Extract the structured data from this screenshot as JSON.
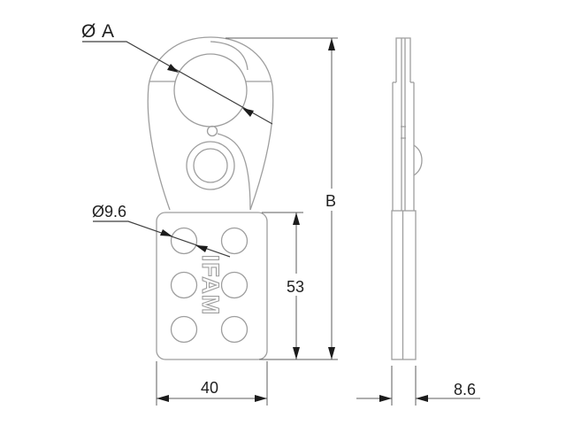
{
  "drawing": {
    "labels": {
      "hook_diameter": "Ø A",
      "hole_diameter": "Ø9.6",
      "total_height": "B",
      "body_height": "53",
      "body_width": "40",
      "thickness": "8.6",
      "brand": "IFAM"
    },
    "colors": {
      "background": "#ffffff",
      "part_line": "#9e9e9e",
      "dimension_line": "#5c5c5c",
      "text": "#1f1f1f"
    }
  }
}
